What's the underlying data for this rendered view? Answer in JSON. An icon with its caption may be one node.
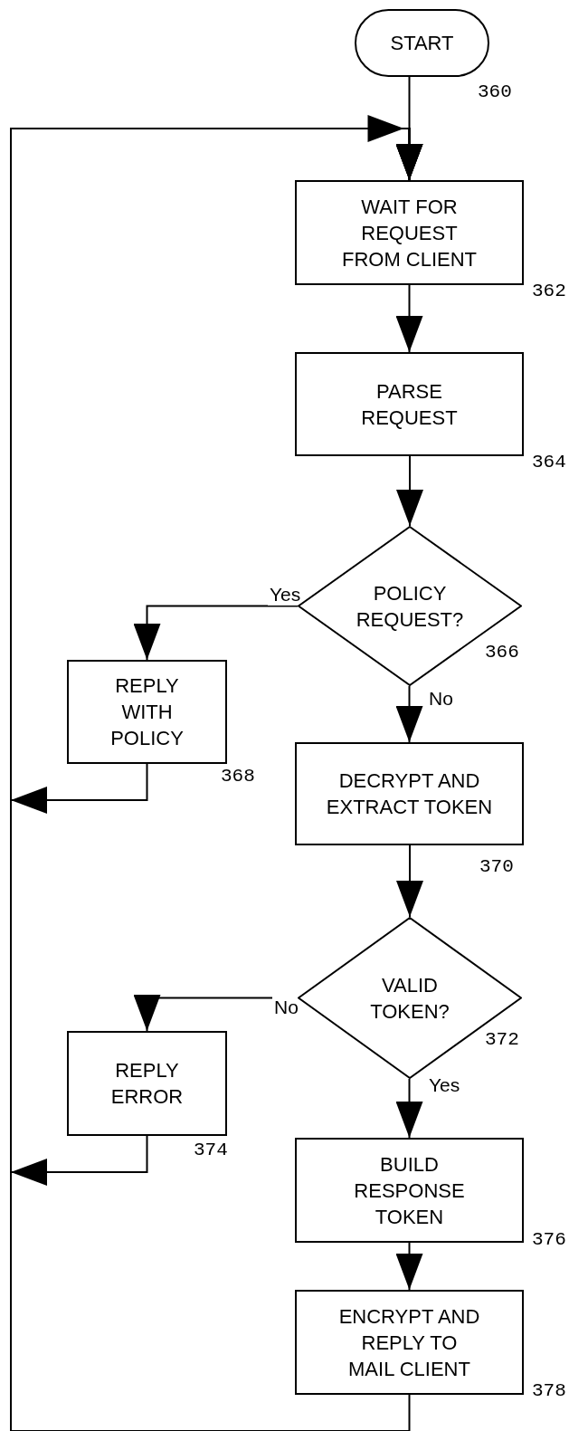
{
  "diagram": {
    "nodes": [
      {
        "text": [
          "START"
        ],
        "beside": [
          "360"
        ]
      },
      {
        "text": [
          "WAIT FOR REQUEST FROM CLIENT"
        ],
        "beside": [
          "362"
        ]
      },
      {
        "text": [
          "PARSE REQUEST"
        ],
        "beside": [
          "364"
        ]
      },
      {
        "text": [
          "POLICY REQUEST?"
        ],
        "beside": [
          "366"
        ]
      },
      {
        "text": [
          "REPLY WITH POLICY"
        ],
        "beside": [
          "368"
        ]
      },
      {
        "text": [
          "DECRYPT AND EXTRACT TOKEN"
        ],
        "beside": [
          "370"
        ]
      },
      {
        "text": [
          "VALID TOKEN?"
        ],
        "beside": [
          "372"
        ]
      },
      {
        "text": [
          "REPLY ERROR"
        ],
        "beside": [
          "374"
        ]
      },
      {
        "text": [
          "BUILD RESPONSE TOKEN"
        ],
        "beside": [
          "376"
        ]
      },
      {
        "text": [
          "ENCRYPT AND REPLY TO MAIL CLIENT"
        ],
        "beside": [
          "378"
        ]
      }
    ],
    "edges": [
      {
        "from": 0,
        "to": 1,
        "arrow": "to"
      },
      {
        "from": 1,
        "to": 2,
        "arrow": "to"
      },
      {
        "from": 2,
        "to": 3,
        "arrow": "to"
      },
      {
        "from": 3,
        "to": 4,
        "arrow": "to",
        "label": "Yes"
      },
      {
        "from": 3,
        "to": 5,
        "arrow": "to",
        "label": "No"
      },
      {
        "from": 4,
        "to": 1,
        "arrow": "to"
      },
      {
        "from": 5,
        "to": 6,
        "arrow": "to"
      },
      {
        "from": 6,
        "to": 7,
        "arrow": "to",
        "label": "No"
      },
      {
        "from": 6,
        "to": 8,
        "arrow": "to",
        "label": "Yes"
      },
      {
        "from": 7,
        "to": 1,
        "arrow": "to"
      },
      {
        "from": 8,
        "to": 9,
        "arrow": "to"
      },
      {
        "from": 9,
        "to": 1,
        "arrow": "to"
      }
    ]
  }
}
